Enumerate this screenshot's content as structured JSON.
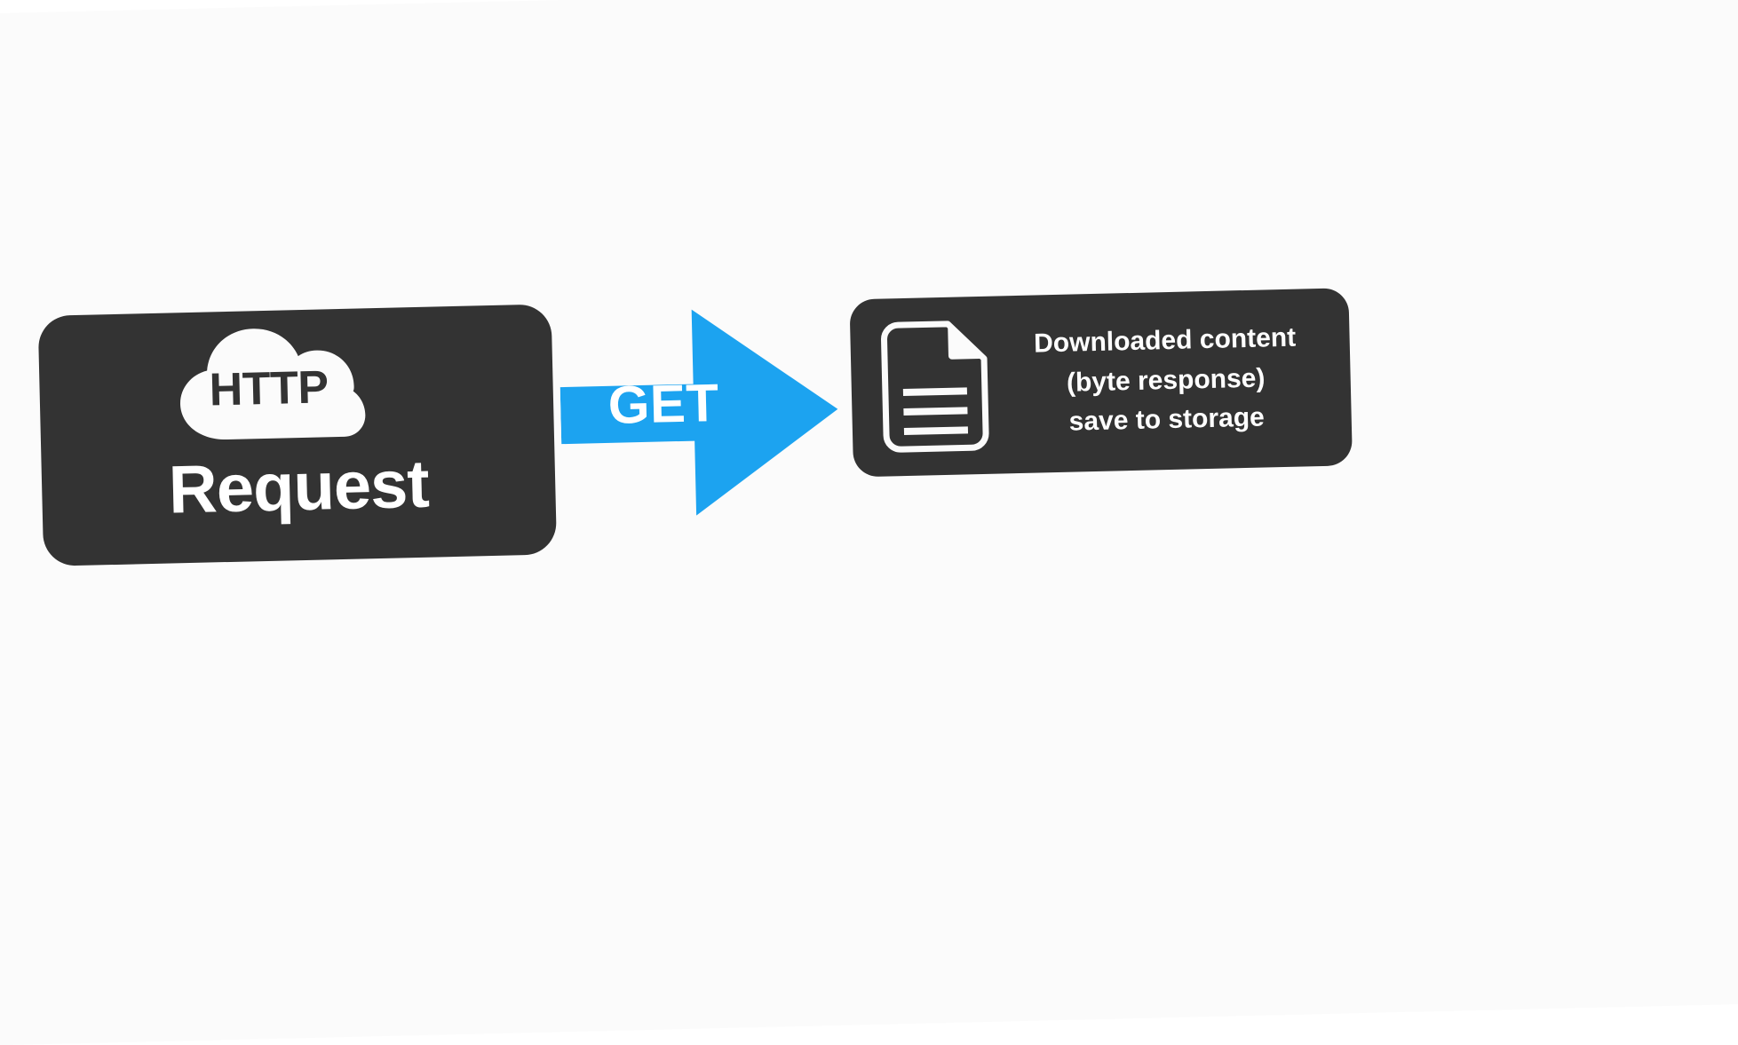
{
  "diagram": {
    "title": "HTTP GET request and downloaded response",
    "background_color": "#ffffff",
    "panel_color": "#333333",
    "accent_color": "#1CA3F0",
    "text_color": "#ffffff"
  },
  "request_node": {
    "icon": "cloud-icon",
    "cloud_label": "HTTP",
    "label": "Request"
  },
  "arrow": {
    "icon": "arrow-right-icon",
    "label": "GET",
    "color": "#1CA3F0"
  },
  "response_node": {
    "icon": "document-icon",
    "lines": [
      "Downloaded content",
      "(byte response)",
      "save to storage"
    ]
  }
}
